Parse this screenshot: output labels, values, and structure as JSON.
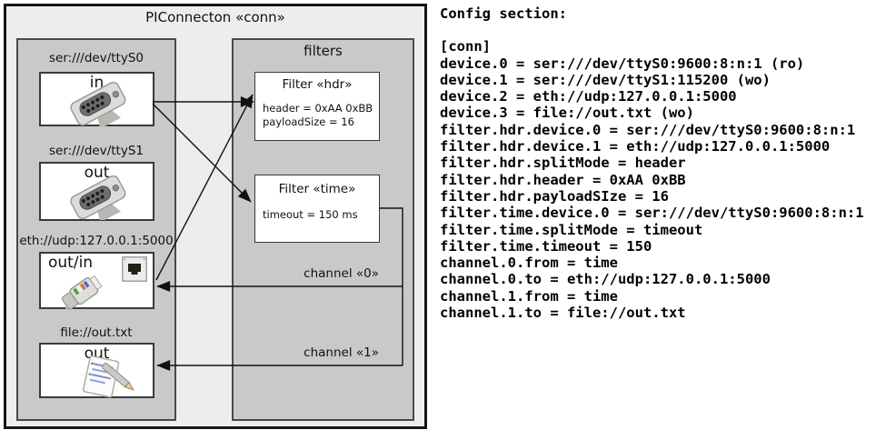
{
  "colors": {
    "outer_fill": "#ededed",
    "panel_fill": "#c9c9c9",
    "box_fill": "#ffffff",
    "line": "#111111"
  },
  "diagram": {
    "title": "PIConnecton «conn»",
    "devices_panel": {
      "devices": [
        {
          "label": "ser:///dev/ttyS0",
          "port": "in",
          "icon": "serial-connector-icon"
        },
        {
          "label": "ser:///dev/ttyS1",
          "port": "out",
          "icon": "serial-connector-icon"
        },
        {
          "label": "eth://udp:127.0.0.1:5000",
          "port": "out/in",
          "icon": "ethernet-connector-icon"
        },
        {
          "label": "file://out.txt",
          "port": "out",
          "icon": "notepad-icon"
        }
      ]
    },
    "filters_panel": {
      "title": "filters",
      "filters": [
        {
          "title": "Filter «hdr»",
          "attributes": [
            "header = 0xAA 0xBB",
            "payloadSize = 16"
          ]
        },
        {
          "title": "Filter «time»",
          "attributes": [
            "timeout = 150 ms"
          ]
        }
      ],
      "channels": [
        {
          "label": "channel «0»"
        },
        {
          "label": "channel «1»"
        }
      ]
    },
    "connections": [
      {
        "from": "ser:///dev/ttyS0 (in)",
        "to": "Filter «hdr»"
      },
      {
        "from": "ser:///dev/ttyS0 (in)",
        "to": "Filter «time»"
      },
      {
        "from": "eth://udp:127.0.0.1:5000 (out/in)",
        "to": "Filter «hdr»"
      },
      {
        "from": "Filter «time»",
        "to": "eth://udp:127.0.0.1:5000 (out/in)",
        "label": "channel «0»"
      },
      {
        "from": "Filter «time»",
        "to": "file://out.txt (out)",
        "label": "channel «1»"
      }
    ]
  },
  "config": {
    "heading": "Config section:",
    "lines": [
      "[conn]",
      "device.0 = ser:///dev/ttyS0:9600:8:n:1 (ro)",
      "device.1 = ser:///dev/ttyS1:115200 (wo)",
      "device.2 = eth://udp:127.0.0.1:5000",
      "device.3 = file://out.txt (wo)",
      "filter.hdr.device.0 = ser:///dev/ttyS0:9600:8:n:1",
      "filter.hdr.device.1 = eth://udp:127.0.0.1:5000",
      "filter.hdr.splitMode = header",
      "filter.hdr.header = 0xAA 0xBB",
      "filter.hdr.payloadSIze = 16",
      "filter.time.device.0 = ser:///dev/ttyS0:9600:8:n:1",
      "filter.time.splitMode = timeout",
      "filter.time.timeout = 150",
      "channel.0.from = time",
      "channel.0.to = eth://udp:127.0.0.1:5000",
      "channel.1.from = time",
      "channel.1.to = file://out.txt"
    ]
  }
}
